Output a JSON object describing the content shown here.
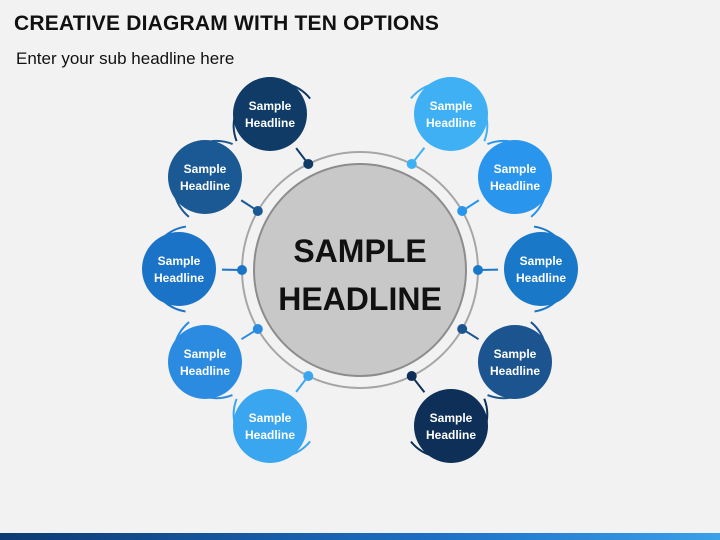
{
  "title": "CREATIVE DIAGRAM WITH TEN OPTIONS",
  "subtitle": "Enter your sub headline here",
  "center": {
    "line1": "SAMPLE",
    "line2": "HEADLINE"
  },
  "nodes": [
    {
      "line1": "Sample",
      "line2": "Headline",
      "color": "#0f3b66"
    },
    {
      "line1": "Sample",
      "line2": "Headline",
      "color": "#1b5994"
    },
    {
      "line1": "Sample",
      "line2": "Headline",
      "color": "#1a73c7"
    },
    {
      "line1": "Sample",
      "line2": "Headline",
      "color": "#2b8be0"
    },
    {
      "line1": "Sample",
      "line2": "Headline",
      "color": "#3aa6ef"
    },
    {
      "line1": "Sample",
      "line2": "Headline",
      "color": "#3fb0f4"
    },
    {
      "line1": "Sample",
      "line2": "Headline",
      "color": "#2a95ec"
    },
    {
      "line1": "Sample",
      "line2": "Headline",
      "color": "#1a78c9"
    },
    {
      "line1": "Sample",
      "line2": "Headline",
      "color": "#1c5490"
    },
    {
      "line1": "Sample",
      "line2": "Headline",
      "color": "#0e2f57"
    }
  ],
  "colors": {
    "center_fill": "#c8c8c8",
    "center_ring": "#8c8c8c",
    "outer_ring": "#a6a6a6"
  }
}
